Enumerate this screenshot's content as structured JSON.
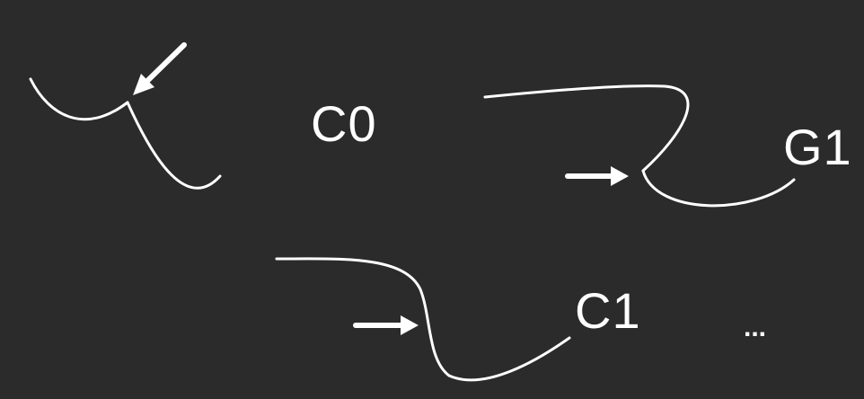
{
  "labels": {
    "c0": "C0",
    "g1": "G1",
    "c1": "C1",
    "ellipsis": "..."
  },
  "colors": {
    "background": "#2b2b2b",
    "stroke": "#ffffff"
  },
  "icons": {
    "arrow": "arrow-icon"
  }
}
